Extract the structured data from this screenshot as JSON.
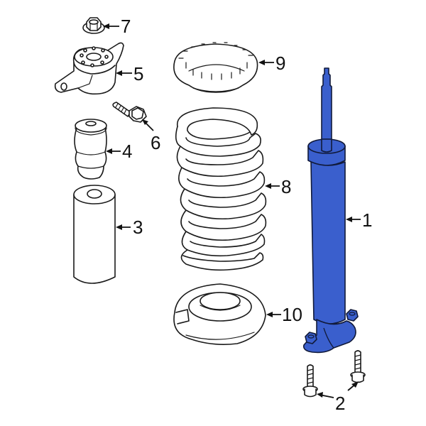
{
  "diagram": {
    "type": "exploded-parts-view",
    "subject": "Rear suspension shock absorber assembly",
    "highlight_color": "#3a5fcd",
    "line_color": "#1a1a1a",
    "background": "#ffffff"
  },
  "callouts": [
    {
      "number": "1",
      "part": "shock-absorber",
      "highlighted": true
    },
    {
      "number": "2",
      "part": "mounting-bolts",
      "highlighted": false
    },
    {
      "number": "3",
      "part": "dust-boot",
      "highlighted": false
    },
    {
      "number": "4",
      "part": "bump-stop",
      "highlighted": false
    },
    {
      "number": "5",
      "part": "upper-mount",
      "highlighted": false
    },
    {
      "number": "6",
      "part": "mount-bolt",
      "highlighted": false
    },
    {
      "number": "7",
      "part": "nut",
      "highlighted": false
    },
    {
      "number": "8",
      "part": "coil-spring",
      "highlighted": false
    },
    {
      "number": "9",
      "part": "upper-spring-insulator",
      "highlighted": false
    },
    {
      "number": "10",
      "part": "lower-spring-insulator",
      "highlighted": false
    }
  ]
}
